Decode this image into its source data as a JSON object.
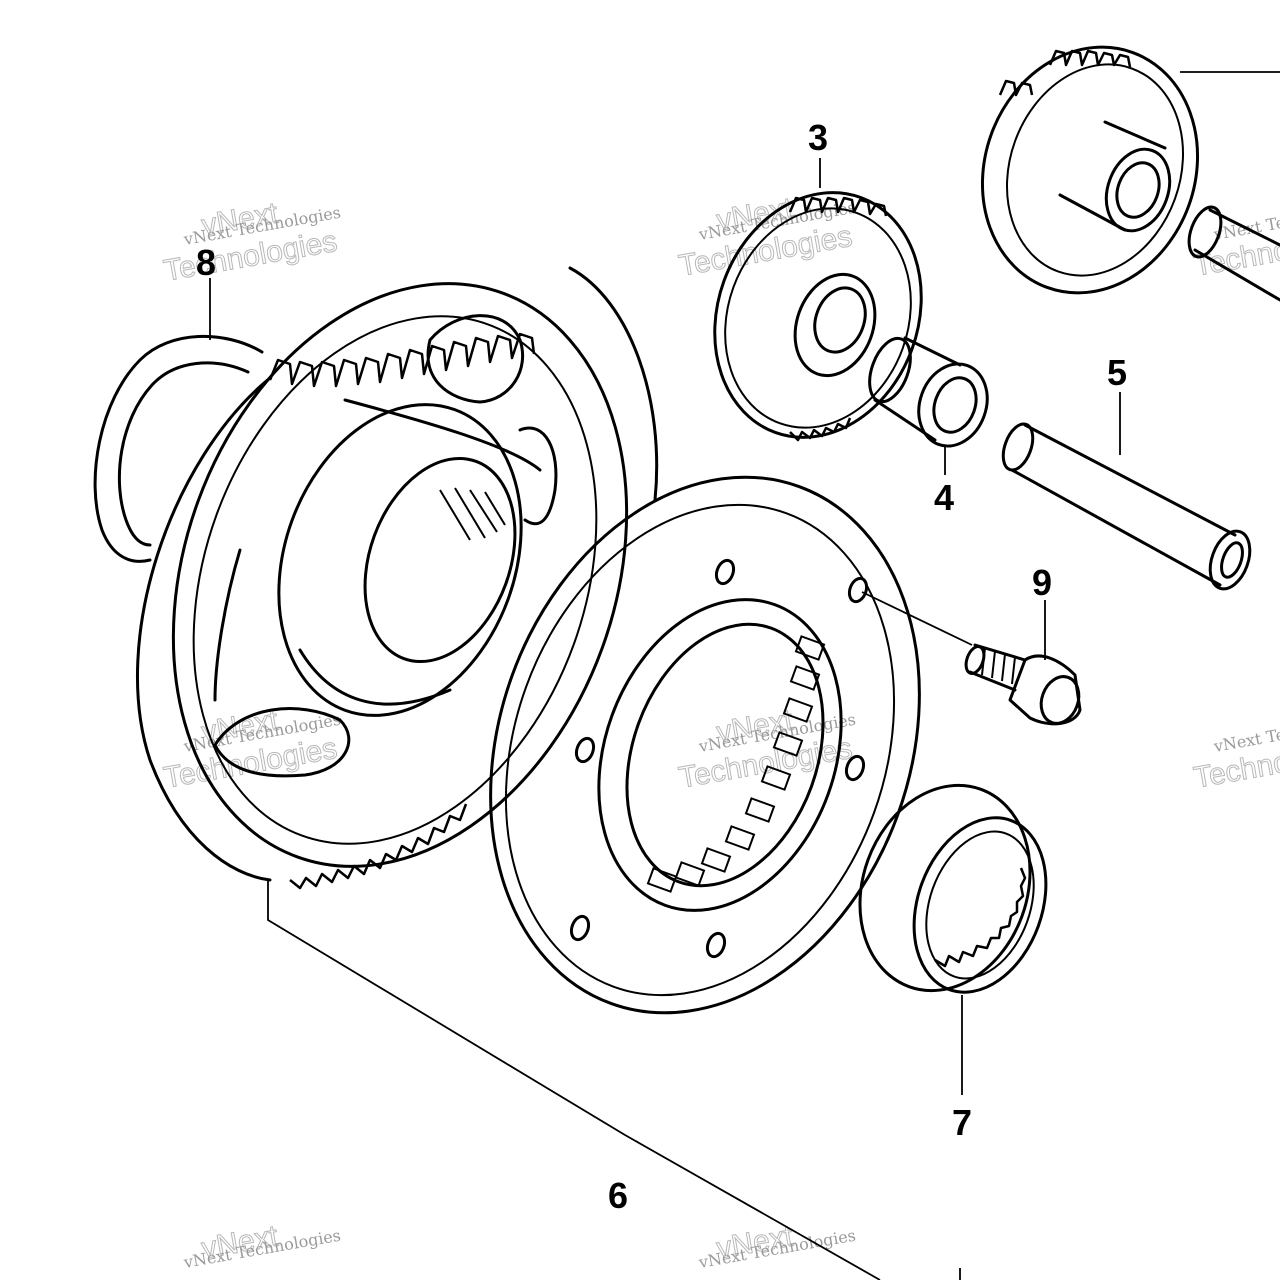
{
  "diagram": {
    "callouts": [
      {
        "id": "3",
        "label": "3"
      },
      {
        "id": "4",
        "label": "4"
      },
      {
        "id": "5",
        "label": "5"
      },
      {
        "id": "6",
        "label": "6"
      },
      {
        "id": "7",
        "label": "7"
      },
      {
        "id": "8",
        "label": "8"
      },
      {
        "id": "9",
        "label": "9"
      }
    ],
    "watermark": {
      "line1": "vNext Technologies",
      "line2": "Technologies",
      "line3": "vNext"
    }
  }
}
